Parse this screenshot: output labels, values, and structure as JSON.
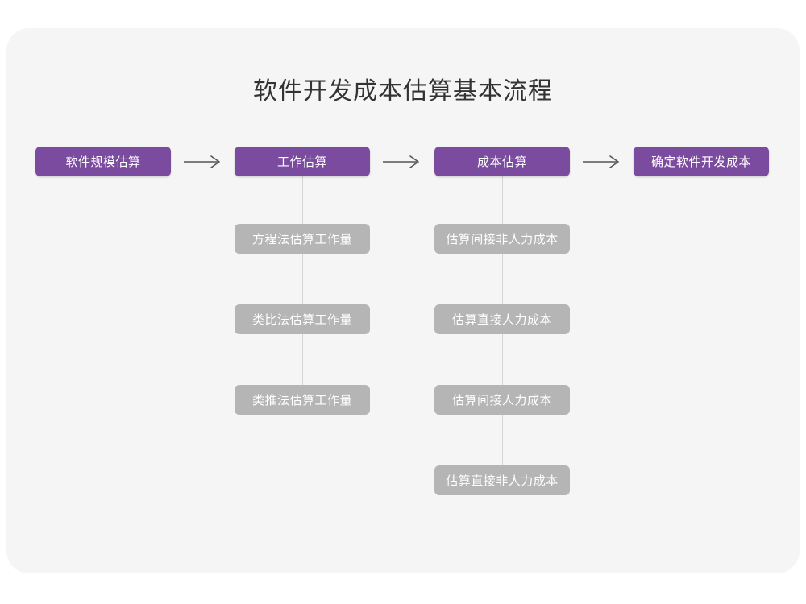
{
  "chart_data": {
    "type": "diagram",
    "title": "软件开发成本估算基本流程",
    "layout": "horizontal-flow-with-vertical-branches",
    "main_flow": [
      {
        "label": "软件规模估算",
        "style": "primary"
      },
      {
        "label": "工作估算",
        "style": "primary"
      },
      {
        "label": "成本估算",
        "style": "primary"
      },
      {
        "label": "确定软件开发成本",
        "style": "primary"
      }
    ],
    "connectors": [
      {
        "from": "软件规模估算",
        "to": "工作估算",
        "kind": "arrow-right"
      },
      {
        "from": "工作估算",
        "to": "成本估算",
        "kind": "arrow-right"
      },
      {
        "from": "成本估算",
        "to": "确定软件开发成本",
        "kind": "arrow-right"
      }
    ],
    "branches": [
      {
        "parent": "工作估算",
        "items": [
          "方程法估算工作量",
          "类比法估算工作量",
          "类推法估算工作量"
        ]
      },
      {
        "parent": "成本估算",
        "items": [
          "估算间接非人力成本",
          "估算直接人力成本",
          "估算间接人力成本",
          "估算直接非人力成本"
        ]
      }
    ],
    "colors": {
      "canvas": "#ffffff",
      "card": "#f5f5f5",
      "primary_node": "#7a4b9e",
      "secondary_node": "#b5b5b5",
      "node_text": "#ffffff",
      "title_text": "#333333",
      "connector_line": "#d4d4d4",
      "arrow": "#555555"
    }
  },
  "title": "软件开发成本估算基本流程",
  "flow": {
    "step_0": "软件规模估算",
    "step_1": "工作估算",
    "step_2": "成本估算",
    "step_3": "确定软件开发成本"
  },
  "branch_effort": {
    "item_0": "方程法估算工作量",
    "item_1": "类比法估算工作量",
    "item_2": "类推法估算工作量"
  },
  "branch_cost": {
    "item_0": "估算间接非人力成本",
    "item_1": "估算直接人力成本",
    "item_2": "估算间接人力成本",
    "item_3": "估算直接非人力成本"
  }
}
